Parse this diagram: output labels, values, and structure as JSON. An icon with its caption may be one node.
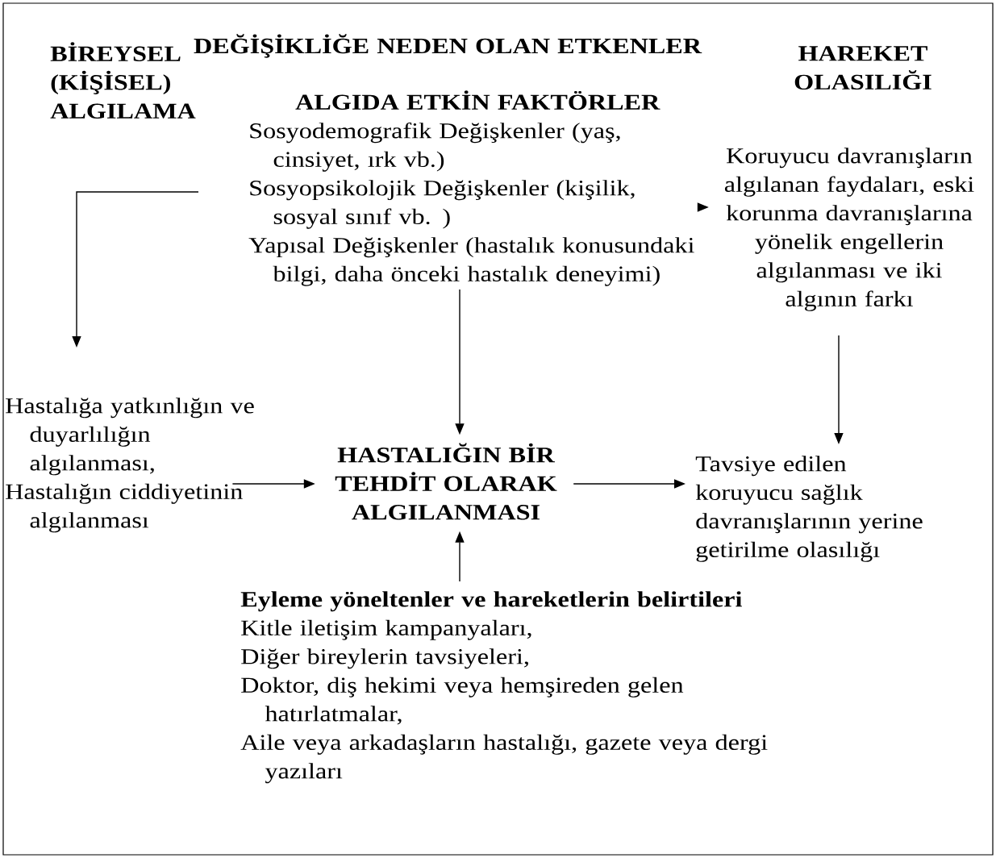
{
  "diagram": {
    "nodes": [
      {
        "text": [
          "ALGIDA ETKİN FAKTÖRLER",
          "Sosyodemografik Değişkenler (yaş, cinsiyet, ırk vb.)",
          "Sosyopsikolojik Değişkenler (kişilik, sosyal sınıf vb. )",
          "Yapısal Değişkenler (hastalık konusundaki bilgi, daha önceki hastalık deneyimi)"
        ]
      },
      {
        "text": [
          "Hastalığa yatkınlığın ve duyarlılığın algılanması,",
          "Hastalığın ciddiyetinin algılanması"
        ]
      },
      {
        "text": [
          "HASTALIĞIN BİR TEHDİT OLARAK ALGILANMASI"
        ]
      },
      {
        "text": [
          "Koruyucu davranışların algılanan faydaları, eski korunma davranışlarına yönelik engellerin algılanması ve iki algının farkı"
        ]
      },
      {
        "text": [
          "Tavsiye edilen koruyucu sağlık davranışlarının yerine getirilme olasılığı"
        ]
      },
      {
        "text": [
          "Eyleme yöneltenler ve hareketlerin belirtileri",
          "Kitle iletişim kampanyaları,",
          "Diğer bireylerin tavsiyeleri,",
          "Doktor, diş hekimi veya hemşireden gelen hatırlatmalar,",
          "Aile veya arkadaşların hastalığı, gazete veya dergi yazıları"
        ]
      }
    ],
    "edges": [
      {
        "from": 0,
        "to": 1,
        "arrow": "to"
      },
      {
        "from": 0,
        "to": 2,
        "arrow": "to"
      },
      {
        "from": 0,
        "to": 3,
        "arrow": "to"
      },
      {
        "from": 1,
        "to": 2,
        "arrow": "to"
      },
      {
        "from": 2,
        "to": 4,
        "arrow": "to"
      },
      {
        "from": 3,
        "to": 4,
        "arrow": "to"
      },
      {
        "from": 5,
        "to": 2,
        "arrow": "to"
      }
    ],
    "labels": [
      "BİREYSEL (KİŞİSEL) ALGILAMA",
      "DEĞİŞİKLİĞE NEDEN OLAN ETKENLER",
      "HAREKET OLASILIĞI"
    ]
  }
}
